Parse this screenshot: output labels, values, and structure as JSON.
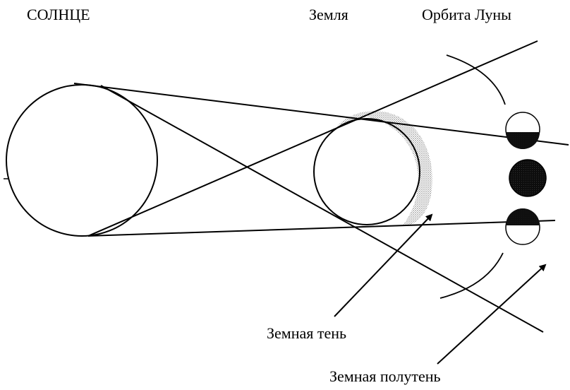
{
  "labels": {
    "sun": "СОЛНЦЕ",
    "earth": "Земля",
    "moon_orbit": "Орбита Луны",
    "umbra": "Земная тень",
    "penumbra": "Земная полутень"
  },
  "colors": {
    "line": "#000000",
    "penumbra_shade": "#c8c8c8",
    "moon_dark": "#111111",
    "background": "#ffffff"
  },
  "icons": {
    "sun": "sun-circle-icon",
    "earth": "earth-circle-icon",
    "moon_partial_top": "moon-half-shadow-icon",
    "moon_total": "moon-full-shadow-icon",
    "moon_partial_bottom": "moon-half-shadow-icon"
  }
}
